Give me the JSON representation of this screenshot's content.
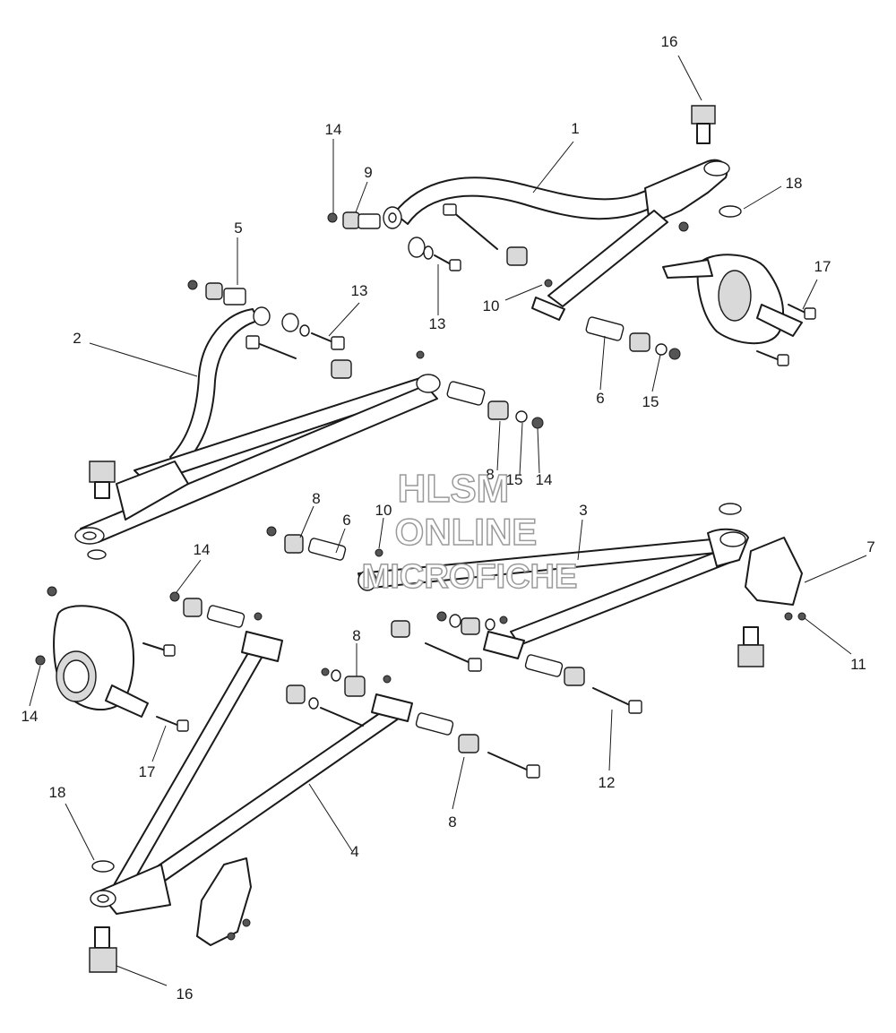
{
  "watermark": {
    "line1": "HLSM",
    "line2": "ONLINE",
    "line3": "MICROFICHE"
  },
  "callouts": [
    {
      "id": "c1",
      "label": "1"
    },
    {
      "id": "c2",
      "label": "2"
    },
    {
      "id": "c3",
      "label": "3"
    },
    {
      "id": "c4",
      "label": "4"
    },
    {
      "id": "c5",
      "label": "5"
    },
    {
      "id": "c6a",
      "label": "6"
    },
    {
      "id": "c6b",
      "label": "6"
    },
    {
      "id": "c7",
      "label": "7"
    },
    {
      "id": "c8a",
      "label": "8"
    },
    {
      "id": "c8b",
      "label": "8"
    },
    {
      "id": "c8c",
      "label": "8"
    },
    {
      "id": "c8d",
      "label": "8"
    },
    {
      "id": "c9",
      "label": "9"
    },
    {
      "id": "c10a",
      "label": "10"
    },
    {
      "id": "c10b",
      "label": "10"
    },
    {
      "id": "c11",
      "label": "11"
    },
    {
      "id": "c12",
      "label": "12"
    },
    {
      "id": "c13a",
      "label": "13"
    },
    {
      "id": "c13b",
      "label": "13"
    },
    {
      "id": "c14a",
      "label": "14"
    },
    {
      "id": "c14b",
      "label": "14"
    },
    {
      "id": "c14c",
      "label": "14"
    },
    {
      "id": "c14d",
      "label": "14"
    },
    {
      "id": "c15a",
      "label": "15"
    },
    {
      "id": "c15b",
      "label": "15"
    },
    {
      "id": "c16a",
      "label": "16"
    },
    {
      "id": "c16b",
      "label": "16"
    },
    {
      "id": "c17a",
      "label": "17"
    },
    {
      "id": "c17b",
      "label": "17"
    },
    {
      "id": "c18a",
      "label": "18"
    },
    {
      "id": "c18b",
      "label": "18"
    }
  ]
}
